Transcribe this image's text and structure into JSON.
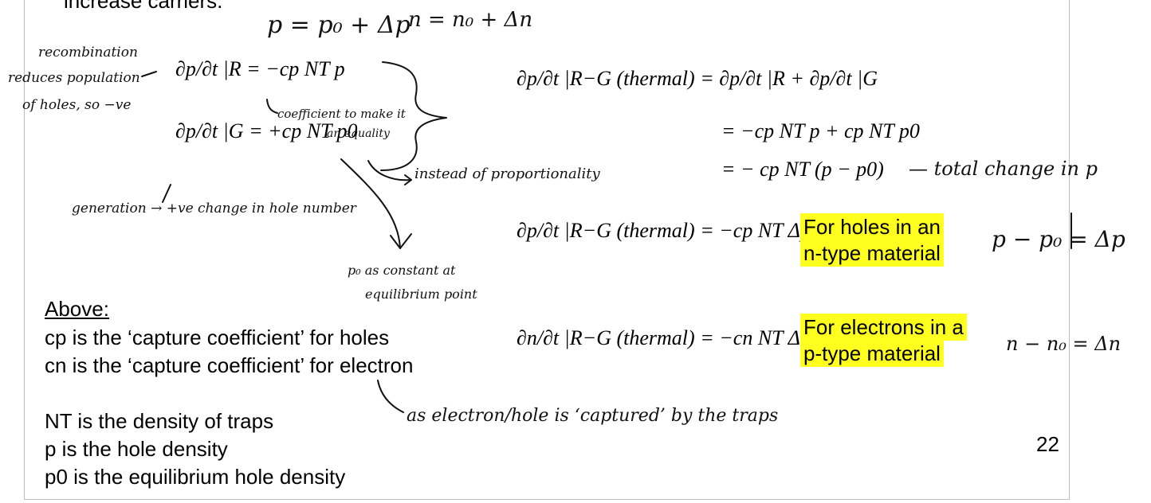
{
  "slide": {
    "top_partial_text": "increase carriers.",
    "page_number": "22"
  },
  "equations_left": {
    "eq_R": "∂p/∂t |R = −cp NT p",
    "eq_G": "∂p/∂t |G = +cp NT p0"
  },
  "equations_right": {
    "eq1": "∂p/∂t |R−G (thermal) = ∂p/∂t |R + ∂p/∂t |G",
    "eq2": "= −cp NT p + cp NT p0",
    "eq3": "= − cp NT (p − p0)",
    "eq4": "∂p/∂t |R−G (thermal) = −cp NT Δp",
    "eq5": "∂n/∂t |R−G (thermal) = −cn NT Δn"
  },
  "highlights": {
    "holes_line1": "For holes in an",
    "holes_line2": "n-type material",
    "electrons_line1": "For electrons in a",
    "electrons_line2": "p-type material"
  },
  "definitions": {
    "heading": "Above:",
    "cp": "cp is the ‘capture coefficient’ for holes",
    "cn": "cn is the ‘capture coefficient’ for electron",
    "NT": "NT is the density of traps",
    "p": "p is the hole density",
    "p0": "p0 is the equilibrium hole density"
  },
  "handwriting": {
    "top_p": "p = p₀ + Δp",
    "top_n": "n = n₀ + Δn",
    "recomb_1": "recombination",
    "recomb_2": "reduces population",
    "recomb_3": "of holes, so −ve",
    "coeff_1": "coefficient to make it",
    "coeff_2": "an equality",
    "instead": "instead of proportionality",
    "generation": "generation → +ve change in hole number",
    "p0_const_1": "p₀ as constant at",
    "p0_const_2": "equilibrium point",
    "total_change": "— total change in p",
    "p_minus": "p − p₀ = Δp",
    "n_minus": "n − n₀ = Δn",
    "captured": "as electron/hole is ‘captured’ by the traps"
  }
}
